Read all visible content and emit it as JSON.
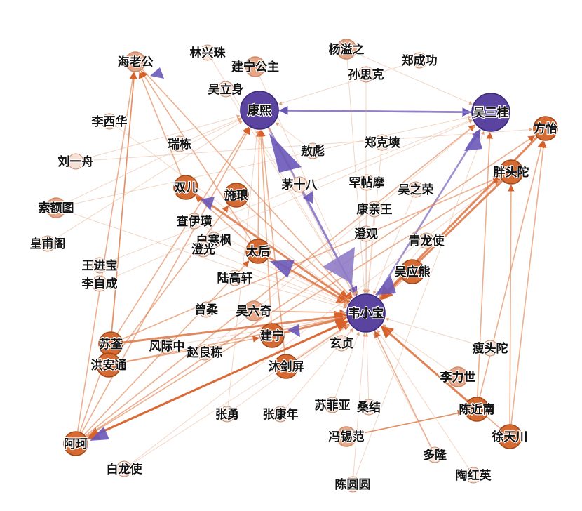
{
  "colors": {
    "core": "#5b43a0",
    "core_light": "#8f7cc8",
    "major": "#d66a33",
    "minor": "#e8a888",
    "faint": "#f6e1d6",
    "edge": "#e07a45",
    "edge_strong": "#d8602a",
    "arrow_purple": "#6a58b8"
  },
  "nodes": [
    {
      "id": "weixiaobao",
      "label": "韦小宝",
      "tier": "core"
    },
    {
      "id": "kangxi",
      "label": "康熙",
      "tier": "core"
    },
    {
      "id": "wusangui",
      "label": "吴三桂",
      "tier": "core"
    },
    {
      "id": "haolaogong",
      "label": "海老公",
      "tier": "minor"
    },
    {
      "id": "linxingzhu",
      "label": "林兴珠",
      "tier": "faint"
    },
    {
      "id": "jianninggongzhu",
      "label": "建宁公主",
      "tier": "minor"
    },
    {
      "id": "yangyizhi",
      "label": "杨溢之",
      "tier": "minor"
    },
    {
      "id": "zhengchenggong",
      "label": "郑成功",
      "tier": "faint"
    },
    {
      "id": "sunsike",
      "label": "孙思克",
      "tier": "faint"
    },
    {
      "id": "wulishen",
      "label": "吴立身",
      "tier": "faint"
    },
    {
      "id": "lixihua",
      "label": "李西华",
      "tier": "faint"
    },
    {
      "id": "fangyi",
      "label": "方怡",
      "tier": "major"
    },
    {
      "id": "ruilian",
      "label": "瑞栋",
      "tier": "faint"
    },
    {
      "id": "aobai",
      "label": "敖彪",
      "tier": "faint"
    },
    {
      "id": "zhengkeshuang",
      "label": "郑克塽",
      "tier": "faint"
    },
    {
      "id": "liuyizhou",
      "label": "刘一舟",
      "tier": "faint"
    },
    {
      "id": "shuanger",
      "label": "双儿",
      "tier": "major"
    },
    {
      "id": "shilang",
      "label": "施琅",
      "tier": "major"
    },
    {
      "id": "maoshiba",
      "label": "茅十八",
      "tier": "faint"
    },
    {
      "id": "hantiemo",
      "label": "罕帖摩",
      "tier": "faint"
    },
    {
      "id": "wuzhirong",
      "label": "吴之荣",
      "tier": "faint"
    },
    {
      "id": "pangtoutuo",
      "label": "胖头陀",
      "tier": "major"
    },
    {
      "id": "suoetu",
      "label": "索额图",
      "tier": "minor"
    },
    {
      "id": "zhayibao",
      "label": "查伊璜",
      "tier": "faint"
    },
    {
      "id": "kangqinwang",
      "label": "康亲王",
      "tier": "faint"
    },
    {
      "id": "huangfuge",
      "label": "皇甫阁",
      "tier": "faint"
    },
    {
      "id": "baihanfeng",
      "label": "白寒枫",
      "tier": "faint"
    },
    {
      "id": "chengguang",
      "label": "澄光",
      "tier": "faint"
    },
    {
      "id": "chengguan",
      "label": "澄观",
      "tier": "faint"
    },
    {
      "id": "qinglongshi",
      "label": "青龙使",
      "tier": "faint"
    },
    {
      "id": "taihou",
      "label": "太后",
      "tier": "major"
    },
    {
      "id": "wangjinbao",
      "label": "王进宝",
      "tier": "faint"
    },
    {
      "id": "luhaoxuan",
      "label": "陆高轩",
      "tier": "faint"
    },
    {
      "id": "wuyingxiong",
      "label": "吴应熊",
      "tier": "major"
    },
    {
      "id": "lizicheng",
      "label": "李自成",
      "tier": "faint"
    },
    {
      "id": "zengrou",
      "label": "曾柔",
      "tier": "faint"
    },
    {
      "id": "wuliuqi",
      "label": "吴六奇",
      "tier": "minor"
    },
    {
      "id": "suquan",
      "label": "苏荃",
      "tier": "major"
    },
    {
      "id": "fengjizhong",
      "label": "风际中",
      "tier": "faint"
    },
    {
      "id": "zhaoliangdong",
      "label": "赵良栋",
      "tier": "faint"
    },
    {
      "id": "jianning2",
      "label": "建宁",
      "tier": "major"
    },
    {
      "id": "xuanzhen",
      "label": "玄贞",
      "tier": "faint"
    },
    {
      "id": "shoutoutuo",
      "label": "瘦头陀",
      "tier": "faint"
    },
    {
      "id": "hongantong",
      "label": "洪安通",
      "tier": "major"
    },
    {
      "id": "mujianping",
      "label": "沐剑屏",
      "tier": "major"
    },
    {
      "id": "lilishi",
      "label": "李力世",
      "tier": "minor"
    },
    {
      "id": "sufeiya",
      "label": "苏菲亚",
      "tier": "faint"
    },
    {
      "id": "sangjie",
      "label": "桑结",
      "tier": "faint"
    },
    {
      "id": "chenjinnan",
      "label": "陈近南",
      "tier": "major"
    },
    {
      "id": "zhangyong",
      "label": "张勇",
      "tier": "faint"
    },
    {
      "id": "zhangkangnian",
      "label": "张康年",
      "tier": "faint"
    },
    {
      "id": "xutianchuan",
      "label": "徐天川",
      "tier": "major"
    },
    {
      "id": "ake",
      "label": "阿珂",
      "tier": "major"
    },
    {
      "id": "fengxifan",
      "label": "冯锡范",
      "tier": "minor"
    },
    {
      "id": "duolong",
      "label": "多隆",
      "tier": "faint"
    },
    {
      "id": "bailongshi",
      "label": "白龙使",
      "tier": "faint"
    },
    {
      "id": "taohongying",
      "label": "陶红英",
      "tier": "faint"
    },
    {
      "id": "chenyuanyuan",
      "label": "陈圆圆",
      "tier": "faint"
    }
  ],
  "edges": [
    {
      "from": "kangxi",
      "to": "wusangui",
      "style": "purple"
    },
    {
      "from": "wusangui",
      "to": "kangxi",
      "style": "purple"
    },
    {
      "from": "maoshiba",
      "to": "weixiaobao",
      "style": "purple"
    },
    {
      "from": "weixiaobao",
      "to": "wusangui",
      "style": "purple"
    },
    {
      "from": "kangxi",
      "to": "weixiaobao",
      "style": "purple"
    },
    {
      "from": "ake",
      "to": "weixiaobao",
      "style": "strong"
    },
    {
      "from": "weixiaobao",
      "to": "ake",
      "style": "strong"
    },
    {
      "from": "taihou",
      "to": "weixiaobao",
      "style": "strong"
    },
    {
      "from": "shuanger",
      "to": "weixiaobao",
      "style": "strong"
    },
    {
      "from": "pangtoutuo",
      "to": "weixiaobao",
      "style": "strong"
    },
    {
      "from": "fangyi",
      "to": "weixiaobao",
      "style": "strong"
    },
    {
      "from": "chenjinnan",
      "to": "weixiaobao",
      "style": "strong"
    },
    {
      "from": "suquan",
      "to": "weixiaobao",
      "style": "strong"
    },
    {
      "from": "jianning2",
      "to": "weixiaobao",
      "style": "strong"
    },
    {
      "from": "mujianping",
      "to": "weixiaobao",
      "style": "normal"
    },
    {
      "from": "hongantong",
      "to": "weixiaobao",
      "style": "normal"
    },
    {
      "from": "xutianchuan",
      "to": "weixiaobao",
      "style": "normal"
    },
    {
      "from": "shilang",
      "to": "weixiaobao",
      "style": "normal"
    },
    {
      "from": "wuyingxiong",
      "to": "weixiaobao",
      "style": "normal"
    },
    {
      "from": "haolaogong",
      "to": "weixiaobao",
      "style": "normal"
    },
    {
      "from": "shuanger",
      "to": "haolaogong",
      "style": "normal"
    },
    {
      "from": "taihou",
      "to": "haolaogong",
      "style": "normal"
    },
    {
      "from": "hongantong",
      "to": "haolaogong",
      "style": "normal"
    },
    {
      "from": "taihou",
      "to": "shuanger",
      "style": "normal"
    },
    {
      "from": "taihou",
      "to": "kangxi",
      "style": "normal"
    },
    {
      "from": "jianning2",
      "to": "kangxi",
      "style": "normal"
    },
    {
      "from": "ake",
      "to": "kangxi",
      "style": "normal"
    },
    {
      "from": "suquan",
      "to": "kangxi",
      "style": "normal"
    },
    {
      "from": "suquan",
      "to": "haolaogong",
      "style": "normal"
    },
    {
      "from": "ake",
      "to": "wusangui",
      "style": "normal"
    },
    {
      "from": "chenjinnan",
      "to": "wusangui",
      "style": "normal"
    },
    {
      "from": "xutianchuan",
      "to": "fangyi",
      "style": "normal"
    },
    {
      "from": "xutianchuan",
      "to": "pangtoutuo",
      "style": "normal"
    },
    {
      "from": "chenjinnan",
      "to": "fangyi",
      "style": "normal"
    },
    {
      "from": "ake",
      "to": "pangtoutuo",
      "style": "normal"
    },
    {
      "from": "ake",
      "to": "fangyi",
      "style": "normal"
    },
    {
      "from": "hongantong",
      "to": "shilang",
      "style": "normal"
    },
    {
      "from": "ake",
      "to": "suquan",
      "style": "normal"
    },
    {
      "from": "hongantong",
      "to": "jianning2",
      "style": "normal"
    },
    {
      "from": "suquan",
      "to": "pangtoutuo",
      "style": "normal"
    },
    {
      "from": "ake",
      "to": "taihou",
      "style": "normal"
    },
    {
      "from": "ake",
      "to": "haolaogong",
      "style": "normal"
    },
    {
      "from": "mujianping",
      "to": "kangxi",
      "style": "normal"
    },
    {
      "from": "fengxifan",
      "to": "chenjinnan",
      "style": "normal"
    },
    {
      "from": "chenjinnan",
      "to": "fengxifan",
      "style": "normal"
    },
    {
      "from": "duolong",
      "to": "weixiaobao",
      "style": "normal"
    },
    {
      "from": "wuliuqi",
      "to": "weixiaobao",
      "style": "normal"
    },
    {
      "from": "suoetu",
      "to": "weixiaobao",
      "style": "faint"
    },
    {
      "from": "suoetu",
      "to": "kangxi",
      "style": "faint"
    },
    {
      "from": "liuyizhou",
      "to": "kangxi",
      "style": "faint"
    },
    {
      "from": "lixihua",
      "to": "weixiaobao",
      "style": "faint"
    },
    {
      "from": "jianninggongzhu",
      "to": "weixiaobao",
      "style": "faint"
    },
    {
      "from": "yangyizhi",
      "to": "weixiaobao",
      "style": "faint"
    },
    {
      "from": "yangyizhi",
      "to": "wusangui",
      "style": "faint"
    },
    {
      "from": "sunsike",
      "to": "weixiaobao",
      "style": "faint"
    },
    {
      "from": "zhengchenggong",
      "to": "kangxi",
      "style": "faint"
    },
    {
      "from": "zhengkeshuang",
      "to": "weixiaobao",
      "style": "faint"
    },
    {
      "from": "lilishi",
      "to": "weixiaobao",
      "style": "faint"
    },
    {
      "from": "shoutoutuo",
      "to": "weixiaobao",
      "style": "faint"
    },
    {
      "from": "taohongying",
      "to": "weixiaobao",
      "style": "faint"
    },
    {
      "from": "chenyuanyuan",
      "to": "weixiaobao",
      "style": "faint"
    },
    {
      "from": "bailongshi",
      "to": "weixiaobao",
      "style": "faint"
    },
    {
      "from": "zhangkangnian",
      "to": "weixiaobao",
      "style": "faint"
    },
    {
      "from": "zhangyong",
      "to": "weixiaobao",
      "style": "faint"
    },
    {
      "from": "sufeiya",
      "to": "weixiaobao",
      "style": "faint"
    },
    {
      "from": "sangjie",
      "to": "weixiaobao",
      "style": "faint"
    },
    {
      "from": "huangfuge",
      "to": "kangxi",
      "style": "faint"
    },
    {
      "from": "wangjinbao",
      "to": "wusangui",
      "style": "faint"
    },
    {
      "from": "lizicheng",
      "to": "wusangui",
      "style": "faint"
    },
    {
      "from": "zengrou",
      "to": "weixiaobao",
      "style": "faint"
    },
    {
      "from": "zhaoliangdong",
      "to": "wusangui",
      "style": "faint"
    },
    {
      "from": "linxingzhu",
      "to": "weixiaobao",
      "style": "faint"
    },
    {
      "from": "wulishen",
      "to": "weixiaobao",
      "style": "faint"
    },
    {
      "from": "ruilian",
      "to": "kangxi",
      "style": "faint"
    },
    {
      "from": "hantiemo",
      "to": "weixiaobao",
      "style": "faint"
    },
    {
      "from": "wuzhirong",
      "to": "weixiaobao",
      "style": "faint"
    },
    {
      "from": "kangqinwang",
      "to": "weixiaobao",
      "style": "faint"
    },
    {
      "from": "chengguan",
      "to": "weixiaobao",
      "style": "faint"
    },
    {
      "from": "qinglongshi",
      "to": "weixiaobao",
      "style": "faint"
    },
    {
      "from": "xuanzhen",
      "to": "weixiaobao",
      "style": "faint"
    },
    {
      "from": "luhaoxuan",
      "to": "weixiaobao",
      "style": "faint"
    },
    {
      "from": "zhayibao",
      "to": "weixiaobao",
      "style": "faint"
    },
    {
      "from": "baihanfeng",
      "to": "weixiaobao",
      "style": "faint"
    },
    {
      "from": "chengguang",
      "to": "weixiaobao",
      "style": "faint"
    },
    {
      "from": "fengjizhong",
      "to": "weixiaobao",
      "style": "faint"
    },
    {
      "from": "aobai",
      "to": "kangxi",
      "style": "faint"
    },
    {
      "from": "liuyizhou",
      "to": "fangyi",
      "style": "faint"
    },
    {
      "from": "suoetu",
      "to": "wusangui",
      "style": "faint"
    },
    {
      "from": "bailongshi",
      "to": "pangtoutuo",
      "style": "faint"
    },
    {
      "from": "duolong",
      "to": "kangxi",
      "style": "faint"
    },
    {
      "from": "chenyuanyuan",
      "to": "wusangui",
      "style": "faint"
    },
    {
      "from": "zhangyong",
      "to": "kangxi",
      "style": "faint"
    }
  ]
}
